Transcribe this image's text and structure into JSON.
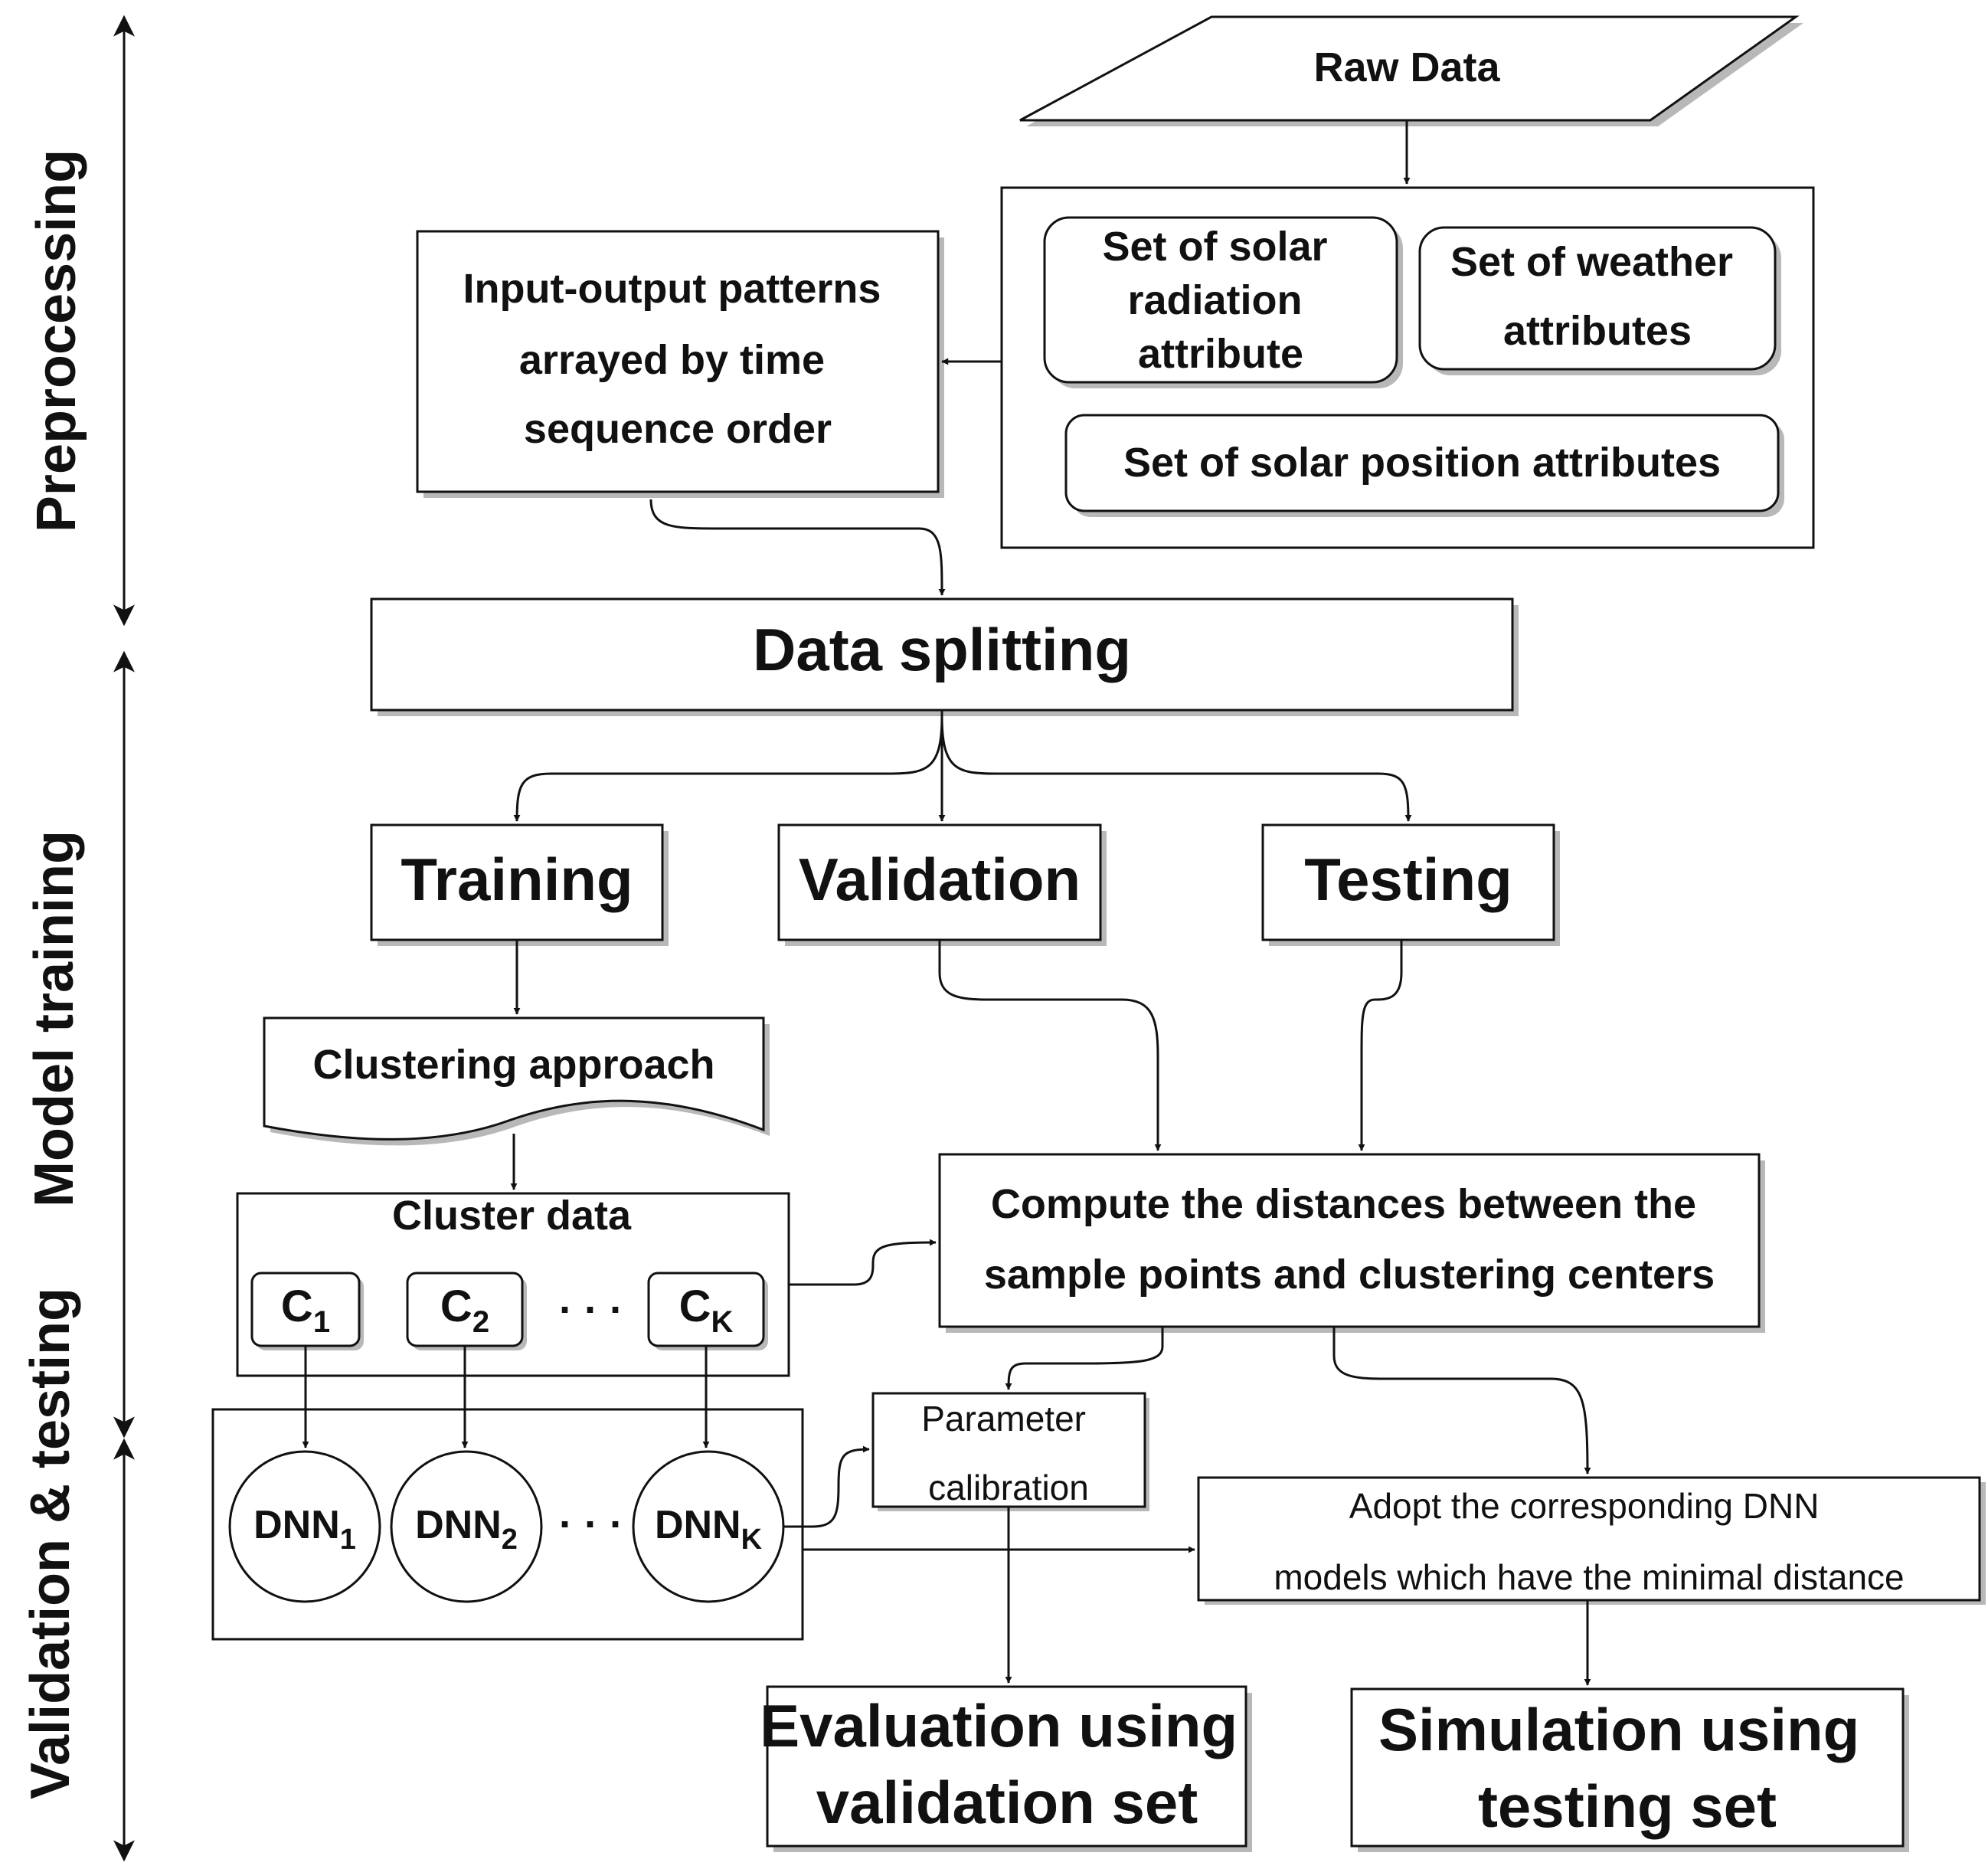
{
  "stages": {
    "preprocessing": "Preprocessing",
    "model_training": "Model training",
    "validation_testing": "Validation & testing"
  },
  "nodes": {
    "raw_data": "Raw Data",
    "input_output": [
      "Input-output patterns",
      "arrayed by time",
      "sequence order"
    ],
    "solar_radiation": [
      "Set of solar",
      "radiation",
      "attribute"
    ],
    "weather": [
      "Set of weather",
      "attributes"
    ],
    "solar_position": "Set of solar position attributes",
    "data_splitting": "Data splitting",
    "training": "Training",
    "validation": "Validation",
    "testing": "Testing",
    "clustering": "Clustering approach",
    "cluster_data": "Cluster data",
    "compute": [
      "Compute the distances between the",
      "sample points and clustering centers"
    ],
    "parameter": [
      "Parameter",
      "calibration"
    ],
    "adopt": [
      "Adopt the corresponding DNN",
      "models which have the minimal distance"
    ],
    "evaluation": [
      "Evaluation using",
      "validation set"
    ],
    "simulation": [
      "Simulation using",
      "testing set"
    ]
  },
  "clusters": [
    {
      "base": "C",
      "sub": "1"
    },
    {
      "base": "C",
      "sub": "2"
    },
    {
      "base": "C",
      "sub": "K"
    }
  ],
  "dnns": [
    {
      "base": "DNN",
      "sub": "1"
    },
    {
      "base": "DNN",
      "sub": "2"
    },
    {
      "base": "DNN",
      "sub": "K"
    }
  ],
  "ellipsis": "· · ·"
}
